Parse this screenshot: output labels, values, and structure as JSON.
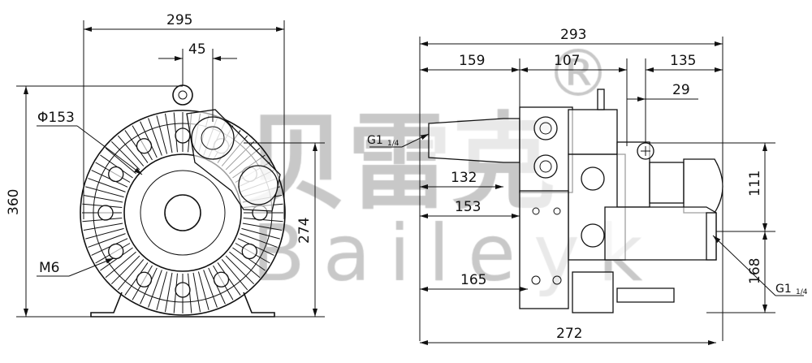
{
  "watermark": {
    "chinese": "贝雷克",
    "latin": "Baileyk",
    "registered": "®"
  },
  "front_view": {
    "width": "295",
    "offset": "45",
    "diameter": "Φ153",
    "height": "360",
    "thread": "M6",
    "center_height": "274"
  },
  "side_view": {
    "overall_top": "293",
    "d159": "159",
    "d107": "107",
    "d135": "135",
    "d29": "29",
    "port_left": {
      "main": "G1",
      "sub": "1/4"
    },
    "d132": "132",
    "d153": "153",
    "d165": "165",
    "d111": "111",
    "d168": "168",
    "port_right": {
      "main": "G1",
      "sub": "1/4"
    },
    "overall_bottom": "272"
  },
  "colors": {
    "line": "#111111",
    "watermark": "#c8c8c8"
  }
}
